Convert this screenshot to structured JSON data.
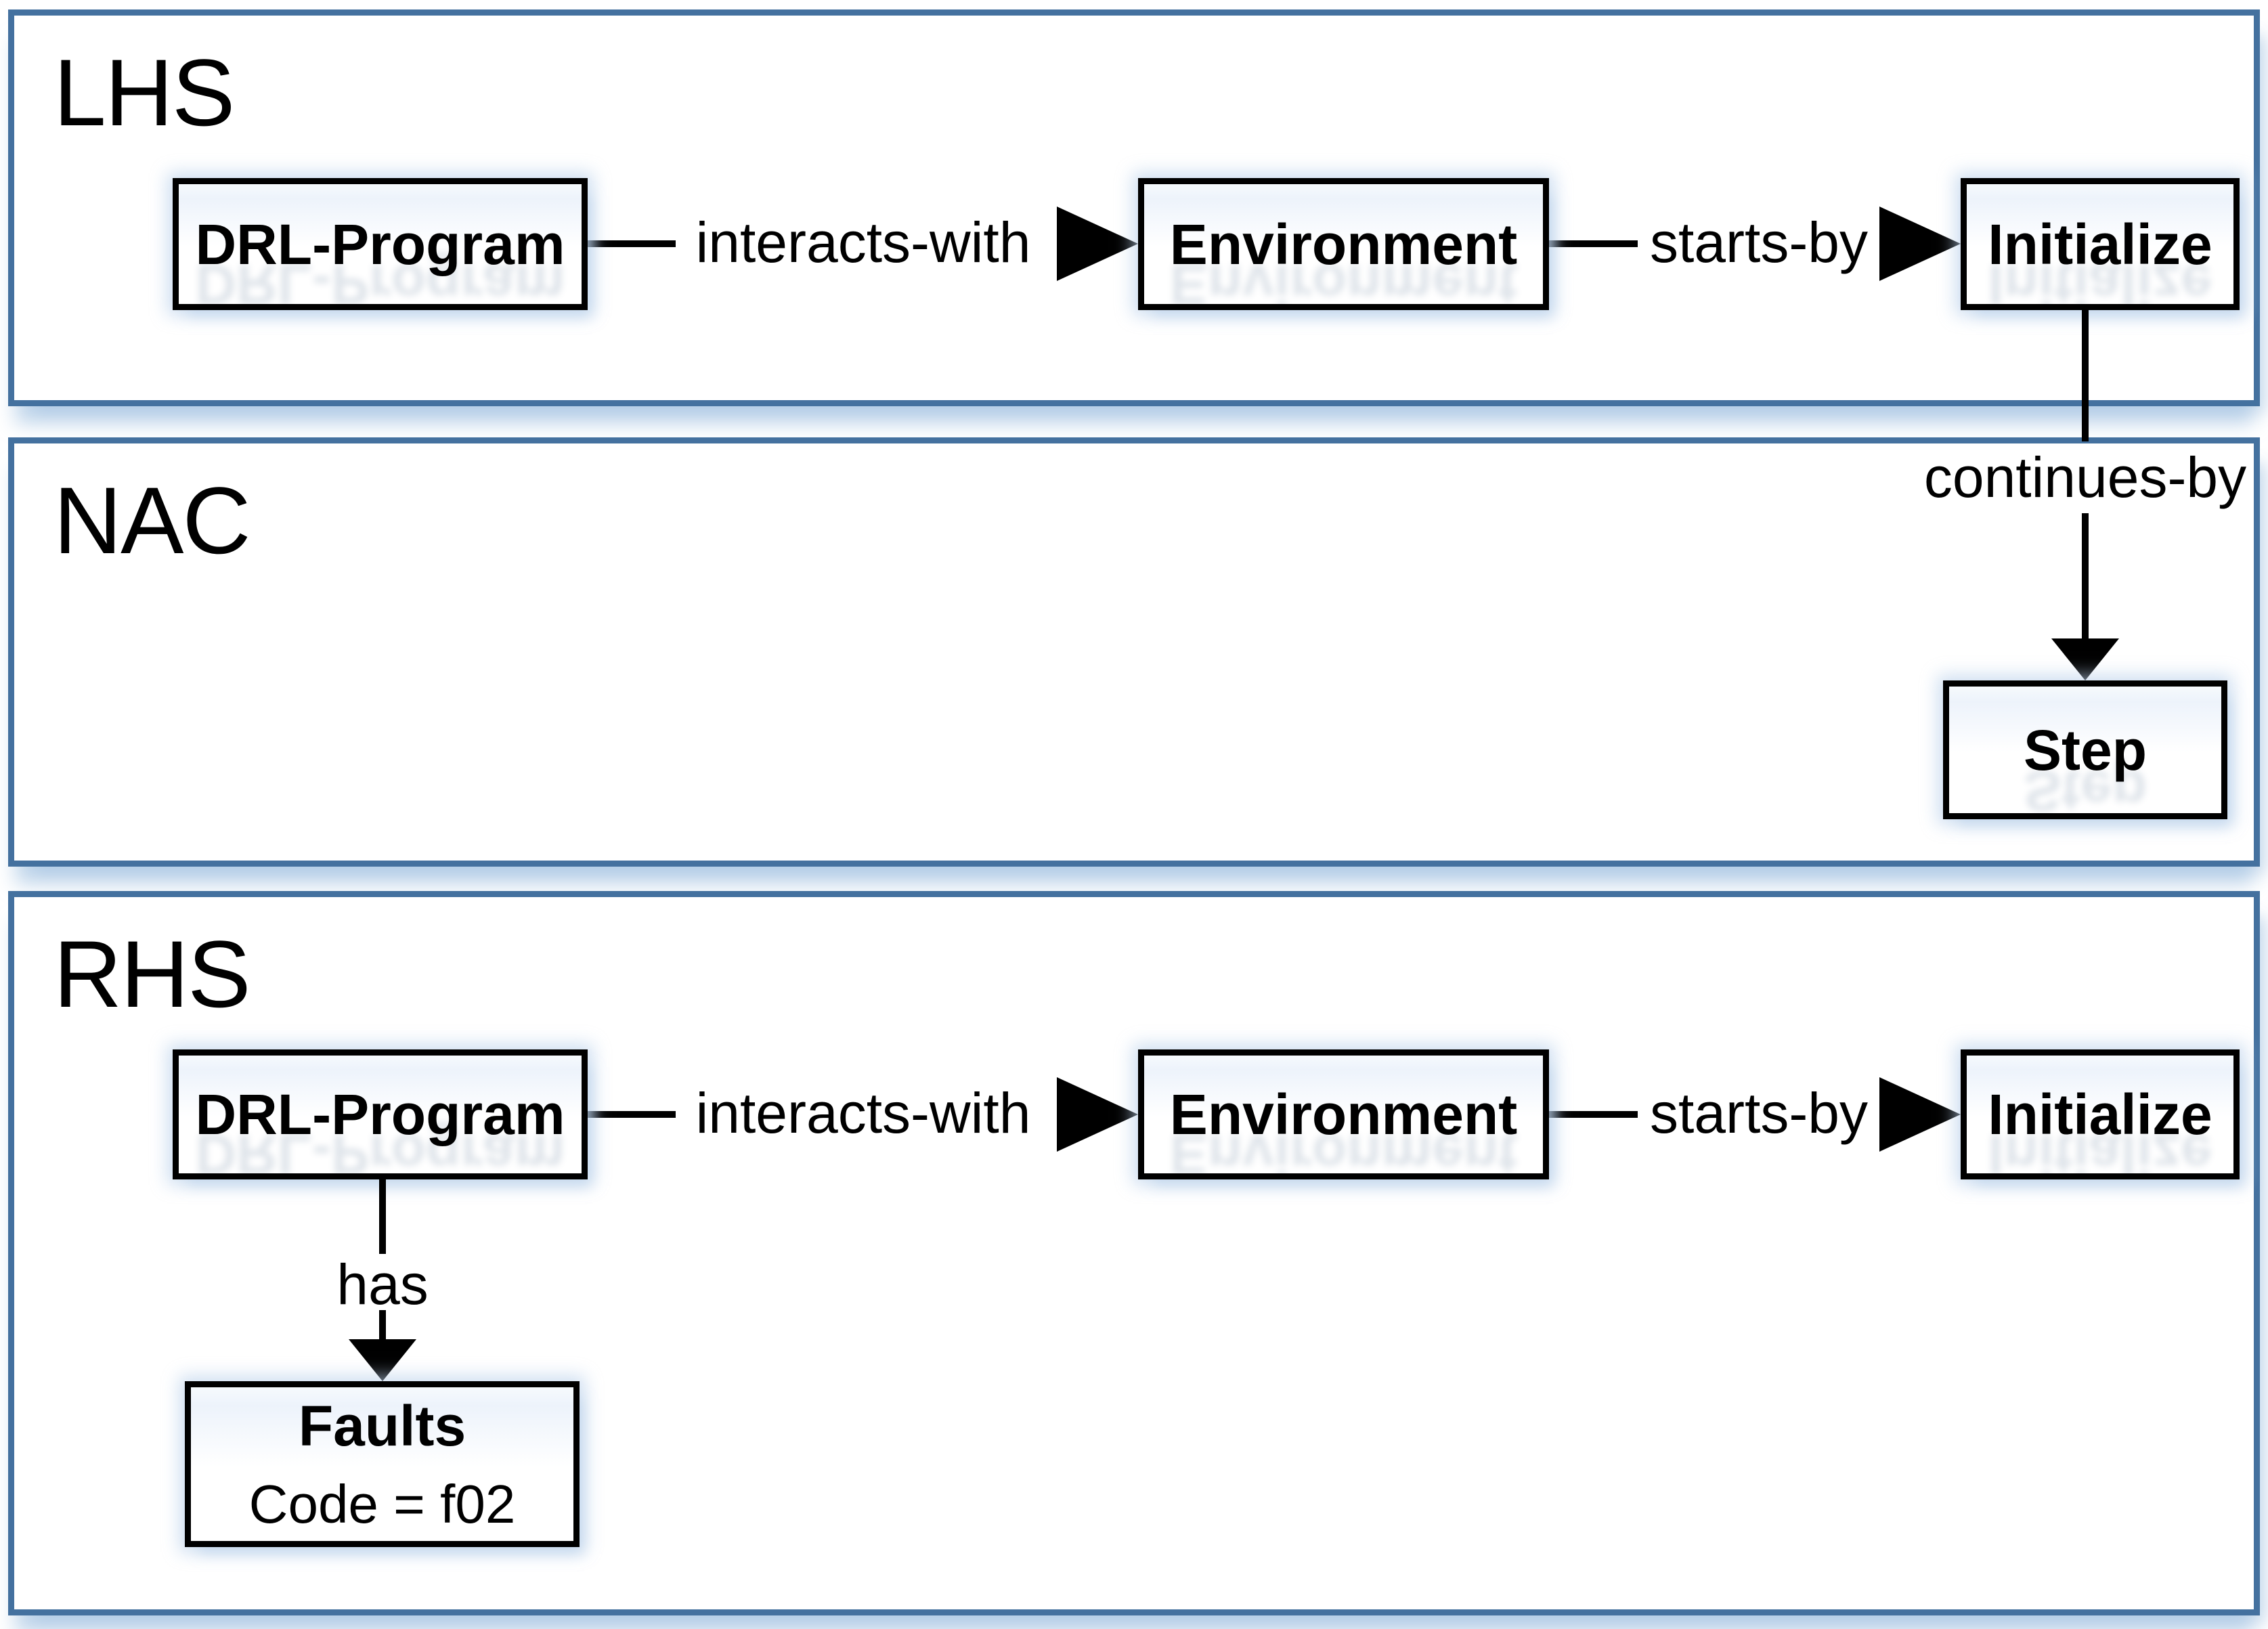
{
  "diagram": {
    "panels": {
      "lhs": {
        "label": "LHS"
      },
      "nac": {
        "label": "NAC"
      },
      "rhs": {
        "label": "RHS"
      }
    },
    "nodes": {
      "lhs_drl": {
        "label": "DRL-Program"
      },
      "lhs_env": {
        "label": "Environment"
      },
      "lhs_init": {
        "label": "Initialize"
      },
      "nac_step": {
        "label": "Step"
      },
      "rhs_drl": {
        "label": "DRL-Program"
      },
      "rhs_env": {
        "label": "Environment"
      },
      "rhs_init": {
        "label": "Initialize"
      },
      "rhs_faults": {
        "title": "Faults",
        "attribute": "Code = f02"
      }
    },
    "edges": {
      "lhs_interacts": {
        "label": "interacts-with"
      },
      "lhs_starts": {
        "label": "starts-by"
      },
      "continues": {
        "label": "continues-by"
      },
      "rhs_interacts": {
        "label": "interacts-with"
      },
      "rhs_starts": {
        "label": "starts-by"
      },
      "rhs_has": {
        "label": "has"
      }
    },
    "colors": {
      "panel_border": "#44719F",
      "node_border": "#000000",
      "connector": "#000000",
      "shadow_tint": "#D9E5F2"
    }
  }
}
